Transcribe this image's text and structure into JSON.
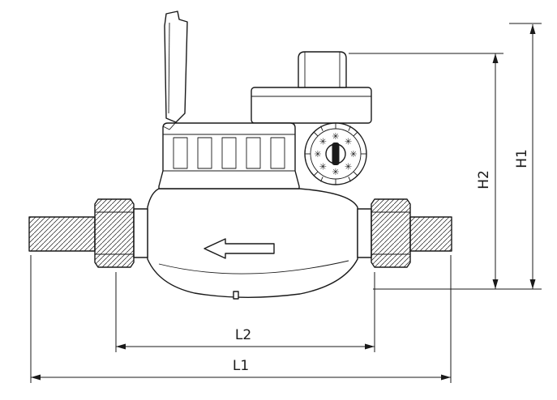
{
  "page": {
    "kind": "water-meter-technical-drawing",
    "colors": {
      "ink": "#1a1a1a",
      "paper": "#ffffff"
    }
  },
  "drawing": {
    "flow_direction": "left",
    "dial_marking_glyph": "✳",
    "dimensions": {
      "h1": {
        "label": "H1"
      },
      "h2": {
        "label": "H2"
      },
      "l1": {
        "label": "L1"
      },
      "l2": {
        "label": "L2"
      }
    }
  }
}
